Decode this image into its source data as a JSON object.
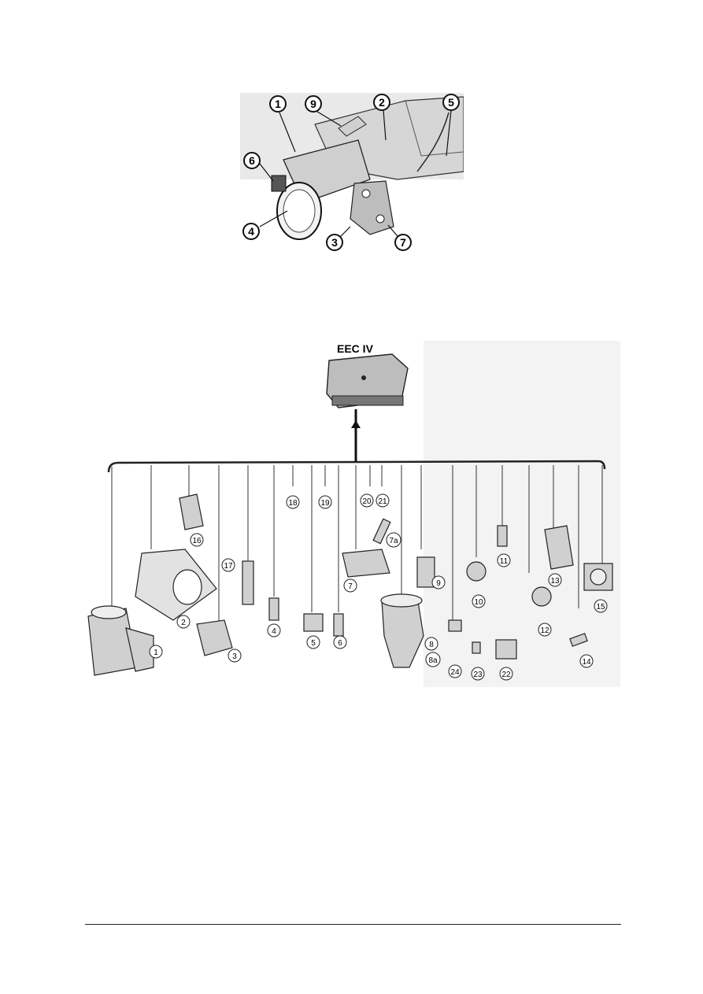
{
  "figure1": {
    "callouts": [
      "1",
      "2",
      "3",
      "4",
      "5",
      "6",
      "7",
      "9"
    ]
  },
  "figure2": {
    "title": "EEC IV",
    "callouts": [
      "1",
      "2",
      "3",
      "4",
      "5",
      "6",
      "7",
      "7a",
      "8",
      "8a",
      "9",
      "10",
      "11",
      "12",
      "13",
      "14",
      "15",
      "16",
      "17",
      "18",
      "19",
      "20",
      "21",
      "22",
      "23",
      "24"
    ]
  }
}
